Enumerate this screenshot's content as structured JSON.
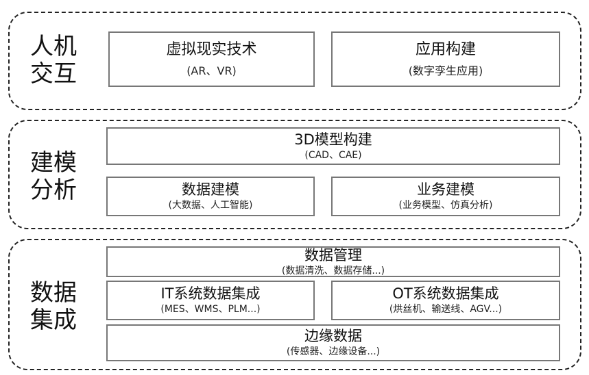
{
  "layers": [
    {
      "label_line1": "人机",
      "label_line2": "交互",
      "boxes": [
        {
          "title": "虚拟现实技术",
          "subtitle": "(AR、VR)"
        },
        {
          "title": "应用构建",
          "subtitle": "(数字孪生应用)"
        }
      ]
    },
    {
      "label_line1": "建模",
      "label_line2": "分析",
      "boxes": [
        {
          "title": "3D模型构建",
          "subtitle": "(CAD、CAE)"
        },
        {
          "title": "数据建模",
          "subtitle": "(大数据、人工智能)"
        },
        {
          "title": "业务建模",
          "subtitle": "(业务模型、仿真分析)"
        }
      ]
    },
    {
      "label_line1": "数据",
      "label_line2": "集成",
      "boxes": [
        {
          "title": "数据管理",
          "subtitle": "(数据清洗、数据存储...)"
        },
        {
          "title": "IT系统数据集成",
          "subtitle": "(MES、WMS、PLM...)"
        },
        {
          "title": "OT系统数据集成",
          "subtitle": "(烘丝机、输送线、AGV...)"
        },
        {
          "title": "边缘数据",
          "subtitle": "(传感器、边缘设备...)"
        }
      ]
    }
  ]
}
